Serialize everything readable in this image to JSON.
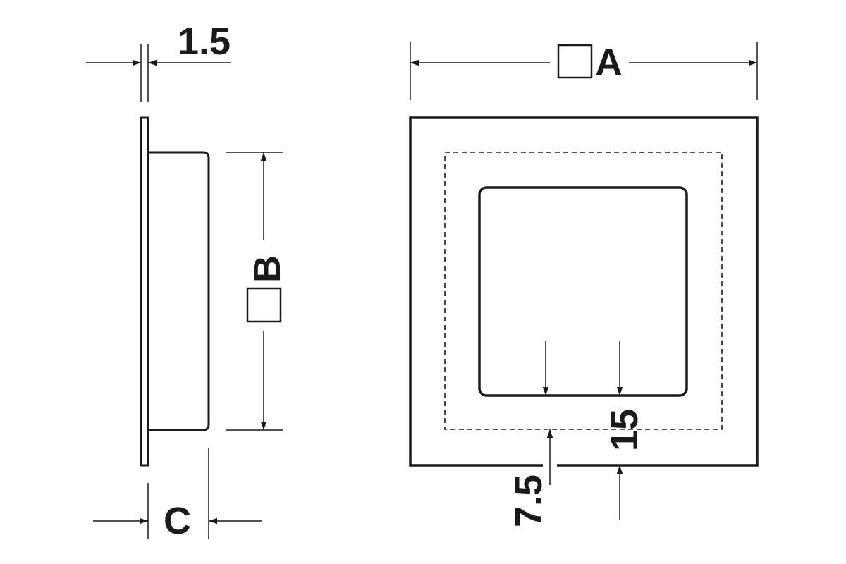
{
  "colors": {
    "line": "#1a1a1a",
    "background": "#ffffff"
  },
  "symbols": {
    "square": "square-symbol-icon"
  },
  "dimensions": {
    "flange_thickness": "1.5",
    "outer_size": "A",
    "inner_size": "B",
    "depth": "C",
    "edge_offset": "7.5",
    "grip_offset": "15"
  }
}
